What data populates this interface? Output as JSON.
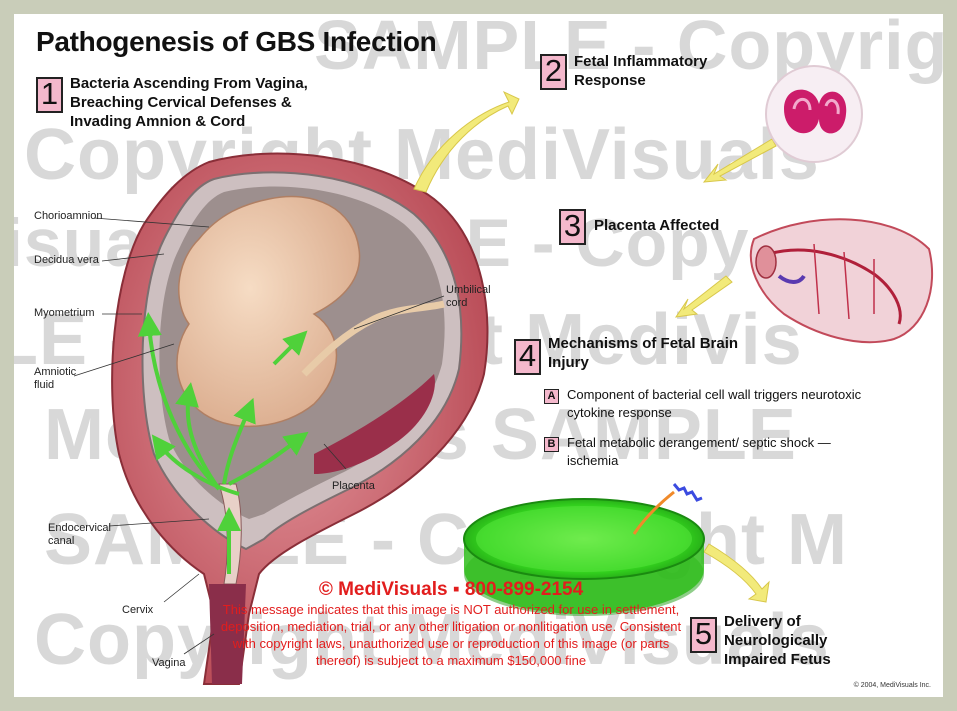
{
  "title": "Pathogenesis of GBS Infection",
  "watermarks": [
    "SAMPLE - Copyright M",
    "Copyright MediVisuals",
    "isuals  SAMPLE - Copy",
    "LE - Copyright MediVis",
    "MediVisuals  SAMPLE",
    "SAMPLE - Copyright M",
    "Copyright MediVisuals"
  ],
  "steps": [
    {
      "number": "1",
      "text": "Bacteria Ascending From Vagina, Breaching Cervical Defenses & Invading Amnion & Cord"
    },
    {
      "number": "2",
      "text": "Fetal  Inflammatory Response"
    },
    {
      "number": "3",
      "text": "Placenta Affected"
    },
    {
      "number": "4",
      "text": "Mechanisms of Fetal Brain Injury"
    },
    {
      "number": "5",
      "text": "Delivery of Neurologically Impaired Fetus"
    }
  ],
  "mechanisms": [
    {
      "letter": "A",
      "text": "Component of bacterial cell wall triggers neurotoxic cytokine response"
    },
    {
      "letter": "B",
      "text": "Fetal metabolic derangement/ septic shock — ischemia"
    }
  ],
  "anatomy_labels": {
    "chorioamnion": "Chorioamnion",
    "decidua": "Decidua vera",
    "myometrium": "Myometrium",
    "amniotic": "Amniotic fluid",
    "umbilical": "Umbilical cord",
    "placenta": "Placenta",
    "endocervical": "Endocervical canal",
    "cervix": "Cervix",
    "vagina": "Vagina"
  },
  "notice": {
    "headline": "© MediVisuals ▪ 800-899-2154",
    "body": "This message indicates that this image is NOT authorized for use in settlement, deposition, mediation, trial, or any other litigation or nonlitigation use.  Consistent with copyright laws, unauthorized use or reproduction of this image (or parts thereof) is subject to a maximum $150,000 fine"
  },
  "copyright": "© 2004, MediVisuals Inc.",
  "colors": {
    "step_box": "#f4b8cc",
    "notice": "#e21d1d",
    "frame": "#c9cdb9",
    "bacteria": "#55d13a"
  }
}
